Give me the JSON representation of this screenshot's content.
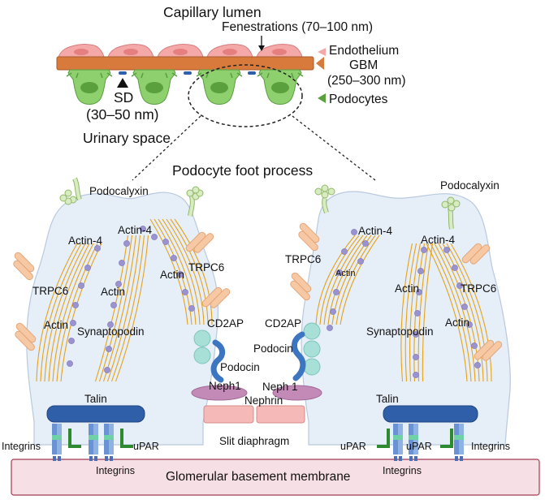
{
  "top": {
    "capillary_lumen": "Capillary lumen",
    "fenestrations": "Fenestrations (70–100 nm)",
    "legend": {
      "endothelium": "Endothelium",
      "gbm": "GBM",
      "gbm_size": "(250–300 nm)",
      "podocytes": "Podocytes"
    },
    "sd": "SD",
    "sd_size": "(30–50 nm)",
    "urinary_space": "Urinary space"
  },
  "detail": {
    "title": "Podocyte foot process",
    "left": {
      "podocalyxin": "Podocalyxin",
      "actin4_a": "Actin-4",
      "actin4_b": "Actin-4",
      "trpc6_a": "TRPC6",
      "trpc6_b": "TRPC6",
      "actin_a": "Actin",
      "actin_b": "Actin",
      "actin_c": "Actin",
      "synaptopodin": "Synaptopodin",
      "cd2ap": "CD2AP",
      "podocin": "Podocin",
      "neph1": "Neph1",
      "talin": "Talin",
      "integrins_a": "Integrins",
      "integrins_b": "Integrins",
      "upar": "uPAR"
    },
    "right": {
      "podocalyxin": "Podocalyxin",
      "actin4_a": "Actin-4",
      "actin4_b": "Actin-4",
      "trpc6_a": "TRPC6",
      "trpc6_b": "TRPC6",
      "actin_a": "Actin",
      "actin_b": "Actin",
      "actin_c": "Actin",
      "synaptopodin": "Synaptopodin",
      "cd2ap": "CD2AP",
      "podocin": "Podocin",
      "neph1": "Neph 1",
      "talin": "Talin",
      "integrins_a": "Integrins",
      "integrins_b": "Integrins",
      "upar_a": "uPAR",
      "upar_b": "uPAR"
    },
    "nephrin": "Nephrin",
    "slit_diaphragm": "Slit diaphragm",
    "gbm": "Glomerular basement membrane"
  },
  "colors": {
    "endothelium": "#f4a9a8",
    "gbm_top": "#d77a3c",
    "podocyte": "#8ecf6e",
    "cell_fill": "#e6eef8",
    "gbm_bottom": "#f7dfe6",
    "actin": "#e7a21a",
    "vesicle": "#9b93d0",
    "trpc6": "#f6c9a4",
    "podocalyxin": "#d9ecc1",
    "talin": "#2f5fa8",
    "podocin": "#3c76c0",
    "cd2ap": "#a8e0d8",
    "neph1": "#c38ab8",
    "nephrin": "#f5b9b8"
  }
}
